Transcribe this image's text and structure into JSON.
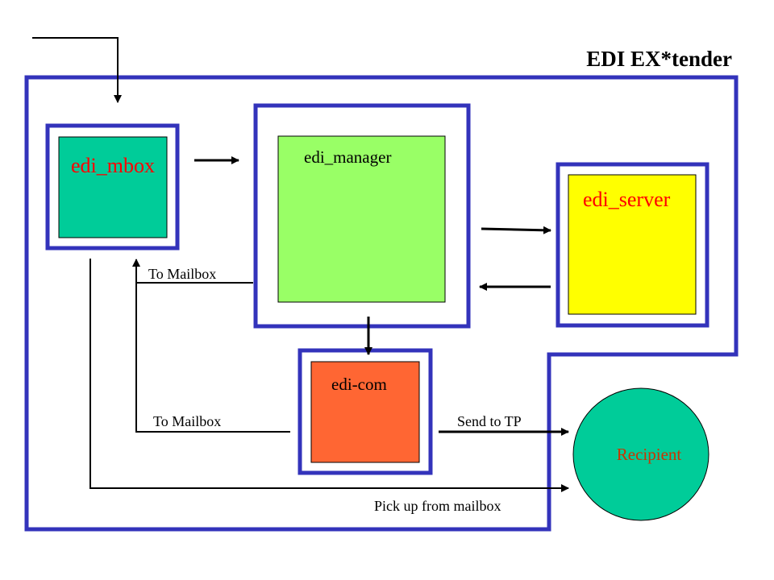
{
  "title": "EDI EX*tender",
  "nodes": {
    "mbox": {
      "label": "edi_mbox",
      "fill": "#00CC99",
      "text_color": "#FF0000"
    },
    "manager": {
      "label": "edi_manager",
      "fill": "#99FF66",
      "text_color": "#000000"
    },
    "server": {
      "label": "edi_server",
      "fill": "#FFFF00",
      "text_color": "#FF0000"
    },
    "com": {
      "label": "edi-com",
      "fill": "#FF6633",
      "text_color": "#000000"
    },
    "recipient": {
      "label": "Recipient",
      "fill": "#00CC99",
      "text_color": "#CC3300"
    }
  },
  "edges": {
    "to_mailbox_1": "To Mailbox",
    "to_mailbox_2": "To Mailbox",
    "send_to_tp": "Send to TP",
    "pick_up": "Pick up from mailbox"
  },
  "colors": {
    "frame": "#3333BB",
    "arrow": "#000000"
  }
}
